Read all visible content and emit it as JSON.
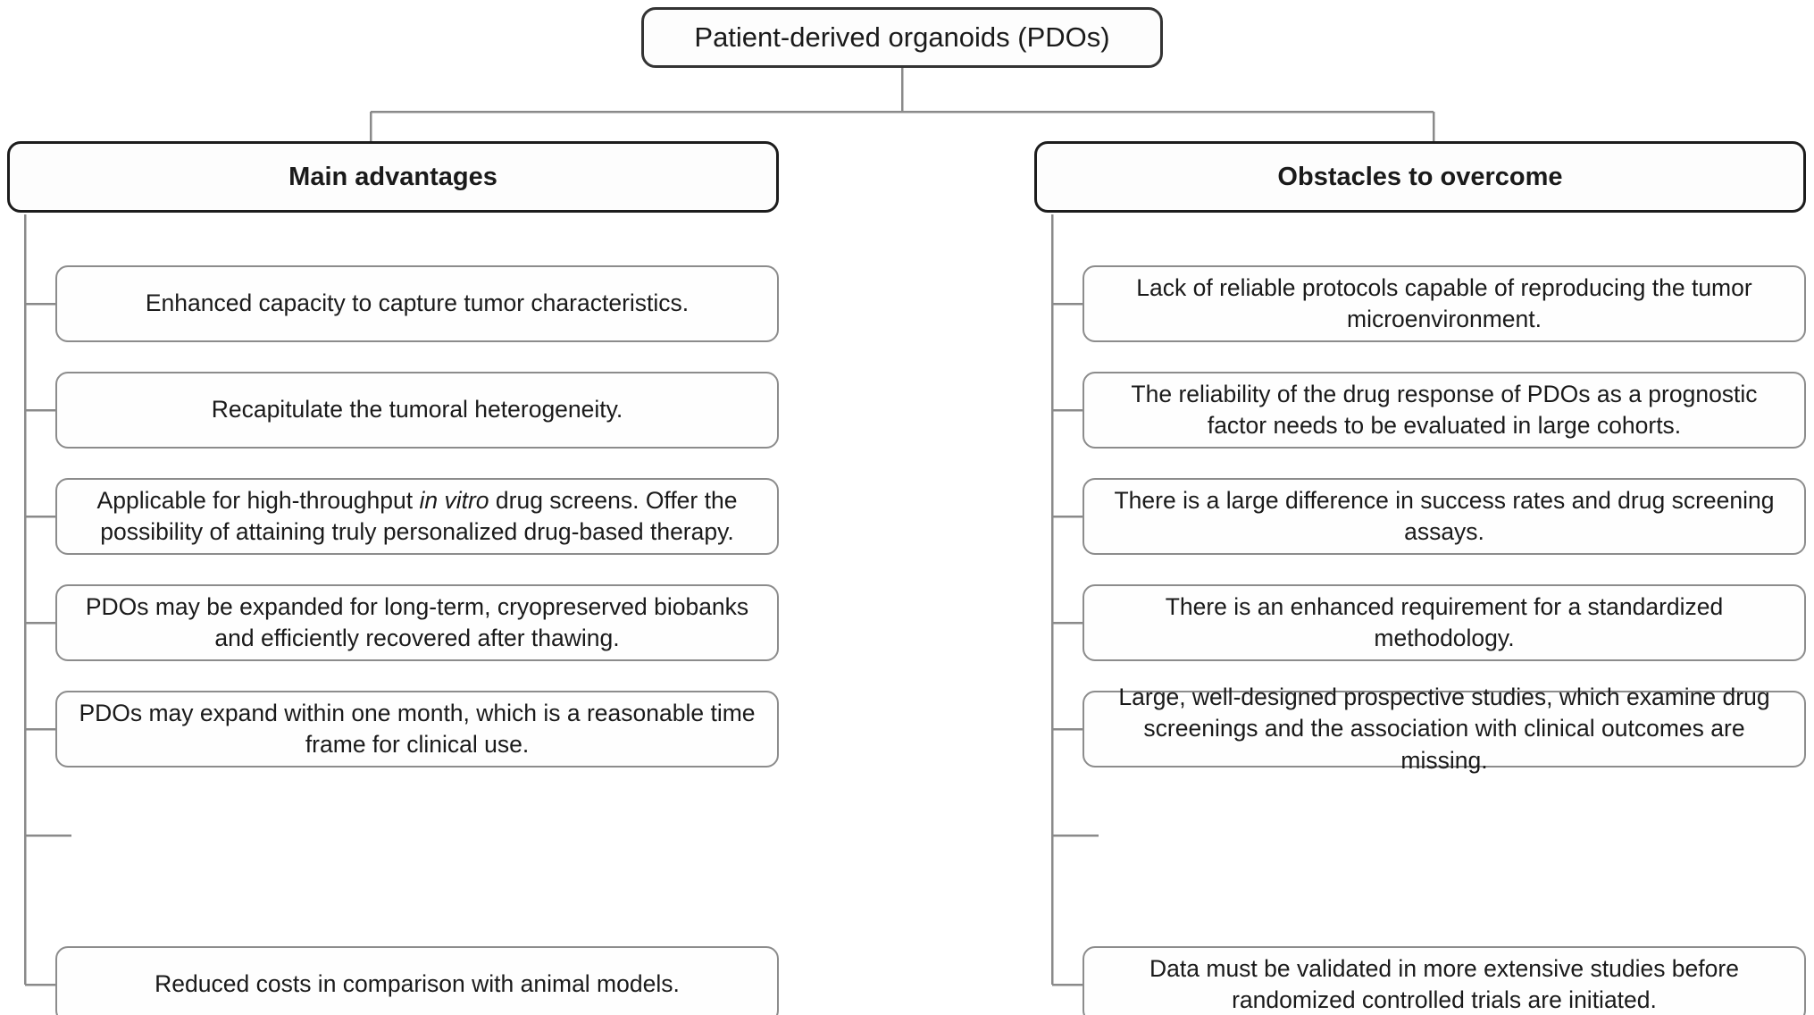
{
  "diagram": {
    "title": "Patient-derived organoids (PDOs)",
    "type": "hierarchy-flowchart",
    "colors": {
      "background": "#ffffff",
      "root_border": "#333333",
      "header_border": "#1c1c1c",
      "leaf_border": "#8c8c8c",
      "connector": "#8a8a8a",
      "text": "#1a1a1a"
    }
  },
  "root": {
    "label": "Patient-derived organoids (PDOs)"
  },
  "branches": [
    {
      "header": "Main advantages",
      "items": [
        {
          "text": "Enhanced capacity to capture tumor characteristics."
        },
        {
          "text": "Recapitulate the tumoral heterogeneity."
        },
        {
          "text": "Applicable for high-throughput in vitro drug screens. Offer the possibility of attaining truly personalized drug-based therapy.",
          "pre_italic": "Applicable for high-throughput ",
          "italic": "in vitro",
          "post_italic": " drug screens. Offer the possibility of attaining truly personalized drug-based therapy."
        },
        {
          "text": "PDOs may be expanded for long-term, cryopreserved biobanks and efficiently recovered after thawing."
        },
        {
          "text": "PDOs may expand within one month, which is a reasonable time frame for clinical use."
        },
        {
          "text": "Reduced costs in comparison with animal models."
        }
      ]
    },
    {
      "header": "Obstacles to overcome",
      "items": [
        {
          "text": "Lack of reliable protocols capable of reproducing the tumor microenvironment."
        },
        {
          "text": "The reliability of the drug response of PDOs as a prognostic factor needs to be evaluated in large cohorts."
        },
        {
          "text": "There is a large difference in success rates and drug screening assays."
        },
        {
          "text": "There is an enhanced requirement for a standardized methodology."
        },
        {
          "text": "Large, well-designed prospective studies, which examine drug screenings and the association with clinical outcomes are missing."
        },
        {
          "text": "Data must be validated in more extensive studies before randomized controlled trials are initiated."
        }
      ]
    }
  ]
}
